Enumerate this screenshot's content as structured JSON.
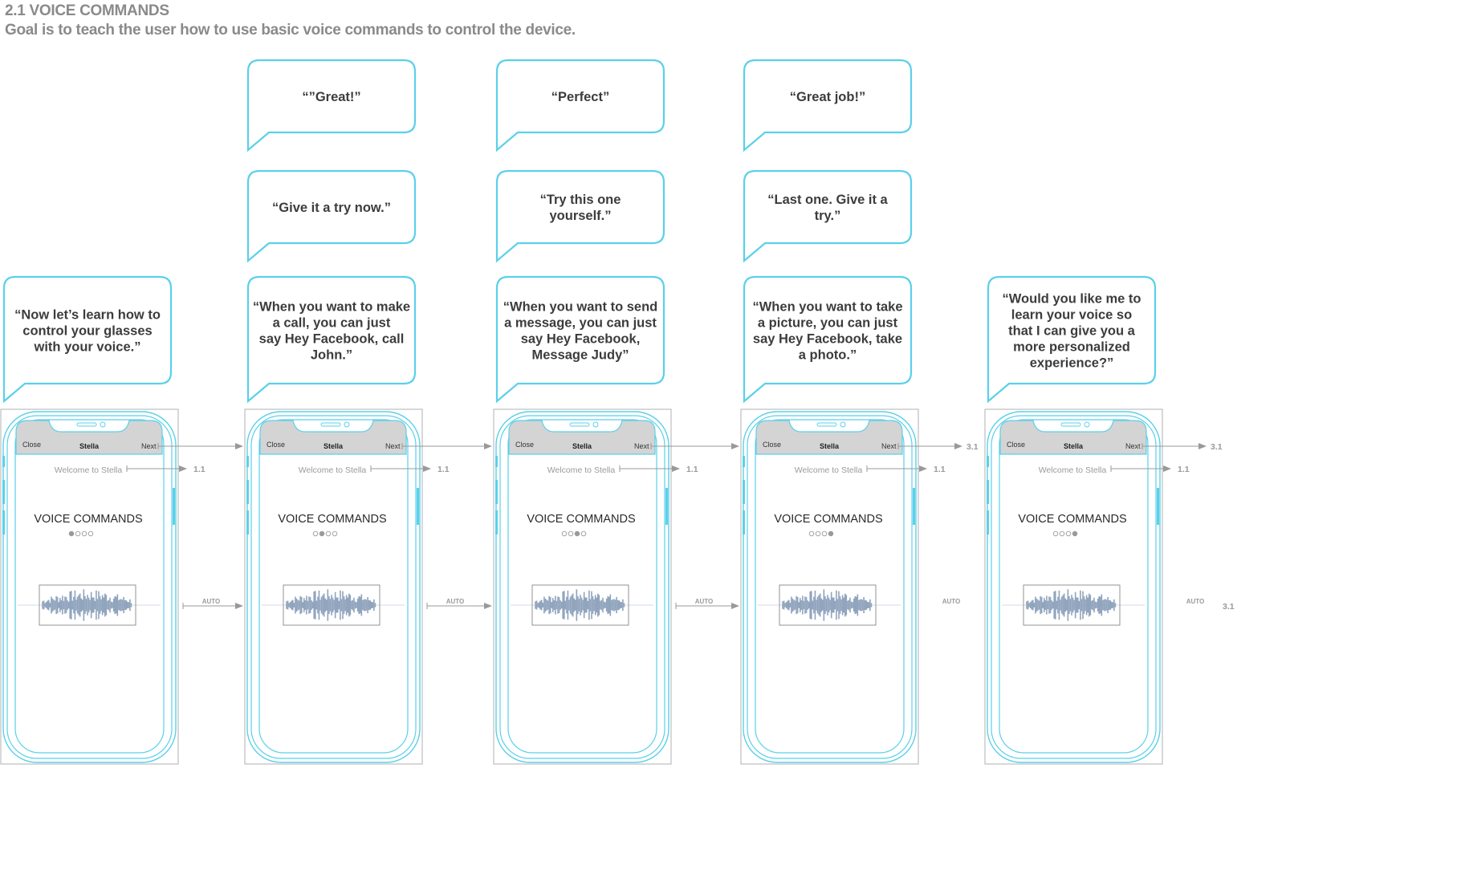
{
  "header": {
    "title": "2.1 VOICE COMMANDS",
    "subtitle": "Goal is to teach the user how to use basic voice commands to control the device."
  },
  "colors": {
    "accent": "#5bd0ea",
    "connector": "#999999",
    "label_gray": "#9a9a9a",
    "status_bar": "#d4d4d4",
    "waveform": "#90a4bd"
  },
  "screens": [
    {
      "close": "Close",
      "app": "Stella",
      "next": "Next",
      "welcome": "Welcome to Stella",
      "welcome_target": "1.1",
      "heading": "VOICE COMMANDS",
      "active_dot": 0,
      "next_target": "",
      "auto_label": "AUTO",
      "auto_target": "",
      "bubbles": [
        "“Now let’s learn how to control your glasses with your voice.”"
      ]
    },
    {
      "close": "Close",
      "app": "Stella",
      "next": "Next",
      "welcome": "Welcome to Stella",
      "welcome_target": "1.1",
      "heading": "VOICE COMMANDS",
      "active_dot": 1,
      "next_target": "",
      "auto_label": "AUTO",
      "auto_target": "",
      "bubbles": [
        "“When you want to make a call, you can just say Hey Facebook, call John.”",
        "“Give it a try now.”",
        "“”Great!”"
      ]
    },
    {
      "close": "Close",
      "app": "Stella",
      "next": "Next",
      "welcome": "Welcome to Stella",
      "welcome_target": "1.1",
      "heading": "VOICE COMMANDS",
      "active_dot": 2,
      "next_target": "",
      "auto_label": "AUTO",
      "auto_target": "",
      "bubbles": [
        "“When you want to send a message, you can just say Hey Facebook, Message Judy”",
        "“Try this one yourself.”",
        "“Perfect”"
      ]
    },
    {
      "close": "Close",
      "app": "Stella",
      "next": "Next",
      "welcome": "Welcome to Stella",
      "welcome_target": "1.1",
      "heading": "VOICE COMMANDS",
      "active_dot": 3,
      "next_target": "3.1",
      "auto_label": "AUTO",
      "auto_target": "",
      "bubbles": [
        "“When you want to take a picture, you can just say Hey Facebook, take a photo.”",
        "“Last one.  Give it a try.”",
        "“Great job!”"
      ]
    },
    {
      "close": "Close",
      "app": "Stella",
      "next": "Next",
      "welcome": "Welcome to Stella",
      "welcome_target": "1.1",
      "heading": "VOICE COMMANDS",
      "active_dot": 3,
      "next_target": "3.1",
      "auto_label": "AUTO",
      "auto_target": "3.1",
      "bubbles": [
        "“Would you like me to learn your voice so that I can give you a more personalized experience?”"
      ]
    }
  ]
}
